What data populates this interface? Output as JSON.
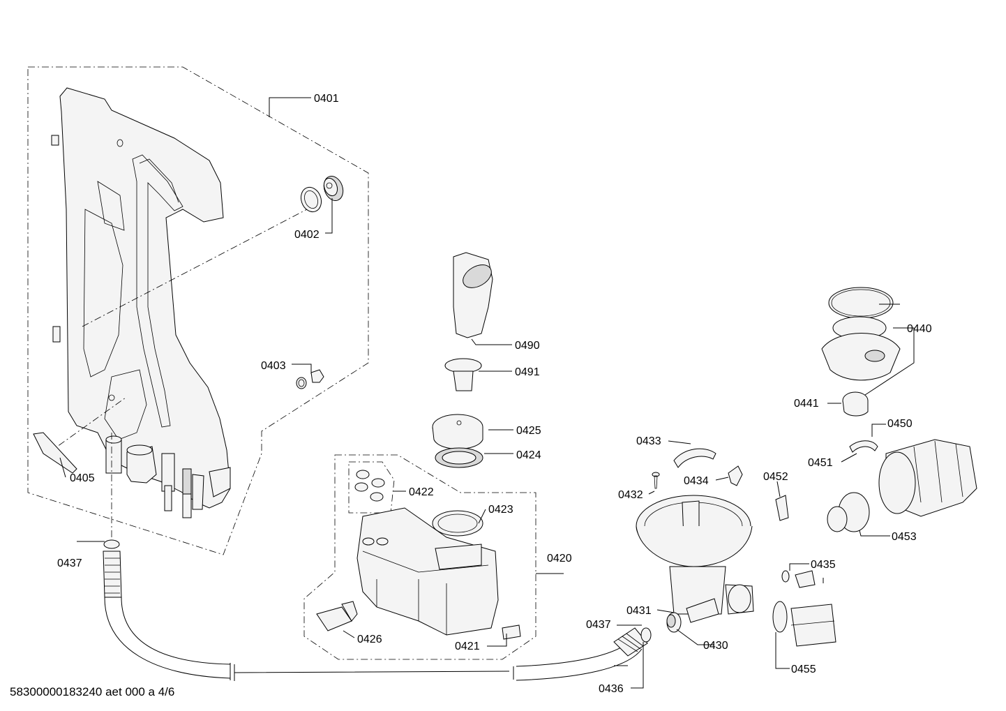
{
  "footer": "58300000183240 aet 000 a 4/6",
  "callouts": [
    {
      "id": "0401",
      "label": "0401"
    },
    {
      "id": "0402",
      "label": "0402"
    },
    {
      "id": "0403",
      "label": "0403"
    },
    {
      "id": "0405",
      "label": "0405"
    },
    {
      "id": "0437a",
      "label": "0437"
    },
    {
      "id": "0490",
      "label": "0490"
    },
    {
      "id": "0491",
      "label": "0491"
    },
    {
      "id": "0425",
      "label": "0425"
    },
    {
      "id": "0424",
      "label": "0424"
    },
    {
      "id": "0422",
      "label": "0422"
    },
    {
      "id": "0423",
      "label": "0423"
    },
    {
      "id": "0420",
      "label": "0420"
    },
    {
      "id": "0426",
      "label": "0426"
    },
    {
      "id": "0421",
      "label": "0421"
    },
    {
      "id": "0433",
      "label": "0433"
    },
    {
      "id": "0432",
      "label": "0432"
    },
    {
      "id": "0434",
      "label": "0434"
    },
    {
      "id": "0452",
      "label": "0452"
    },
    {
      "id": "0431",
      "label": "0431"
    },
    {
      "id": "0437b",
      "label": "0437"
    },
    {
      "id": "0430",
      "label": "0430"
    },
    {
      "id": "0436",
      "label": "0436"
    },
    {
      "id": "0435",
      "label": "0435"
    },
    {
      "id": "0455",
      "label": "0455"
    },
    {
      "id": "0440",
      "label": "0440"
    },
    {
      "id": "0441",
      "label": "0441"
    },
    {
      "id": "0450",
      "label": "0450"
    },
    {
      "id": "0451",
      "label": "0451"
    },
    {
      "id": "0453",
      "label": "0453"
    }
  ]
}
